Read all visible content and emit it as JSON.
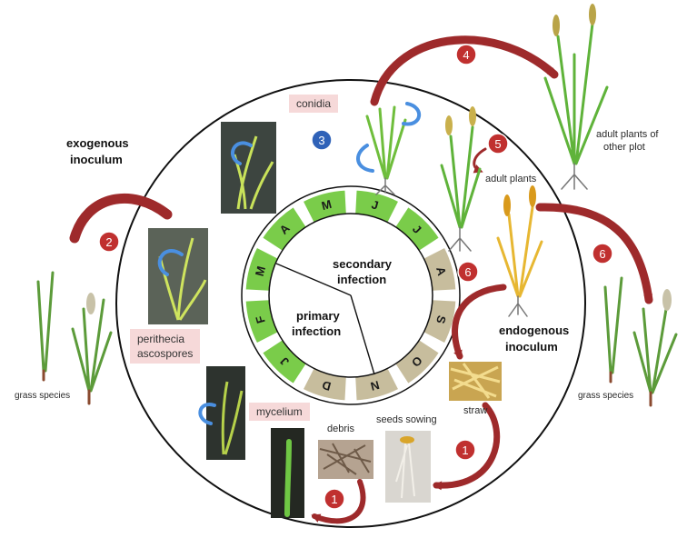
{
  "labels": {
    "exogenous_1": "exogenous",
    "exogenous_2": "inoculum",
    "endogenous_1": "endogenous",
    "endogenous_2": "inoculum",
    "conidia": "conidia",
    "perithecia_1": "perithecia",
    "perithecia_2": "ascospores",
    "mycelium": "mycelium",
    "debris": "debris",
    "seeds_sowing": "seeds sowing",
    "straw": "straw",
    "adult_plants": "adult plants",
    "adult_other_1": "adult plants of",
    "adult_other_2": "other plot",
    "grass_left": "grass species",
    "grass_right": "grass species",
    "secondary_1": "secondary",
    "secondary_2": "infection",
    "primary_1": "primary",
    "primary_2": "infection"
  },
  "months": [
    {
      "letter": "F",
      "phase": "green"
    },
    {
      "letter": "M",
      "phase": "green"
    },
    {
      "letter": "A",
      "phase": "green"
    },
    {
      "letter": "M",
      "phase": "green"
    },
    {
      "letter": "J",
      "phase": "green"
    },
    {
      "letter": "J",
      "phase": "green"
    },
    {
      "letter": "A",
      "phase": "tan"
    },
    {
      "letter": "S",
      "phase": "tan"
    },
    {
      "letter": "O",
      "phase": "tan"
    },
    {
      "letter": "N",
      "phase": "tan"
    },
    {
      "letter": "D",
      "phase": "tan"
    },
    {
      "letter": "J",
      "phase": "green"
    }
  ],
  "steps": {
    "s1a": "1",
    "s1b": "1",
    "s2": "2",
    "s3": "3",
    "s4": "4",
    "s5": "5",
    "s6a": "6",
    "s6b": "6"
  },
  "colors": {
    "arrow_red": "#9e2a2b",
    "badge_red": "#c0302f",
    "badge_blue": "#2f62b8",
    "month_green": "#7acc4a",
    "month_tan": "#c7bd9d",
    "label_pink": "#f6d9d9",
    "curl_blue": "#4a8fe0"
  }
}
